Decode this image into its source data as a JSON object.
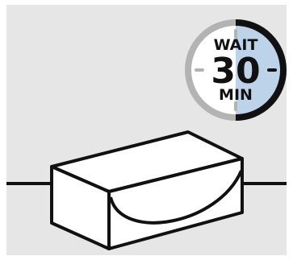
{
  "timer": {
    "top_label": "WAIT",
    "number": "30",
    "bottom_label": "MIN",
    "elapsed_fraction": 0.5,
    "icon": "stopwatch-icon"
  },
  "colors": {
    "background_panel": "#e6e6e6",
    "outline": "#111111",
    "timer_ring_gray": "#b3b3b3",
    "timer_fill_blue": "#bcd3ea",
    "box_fill": "#ffffff"
  }
}
